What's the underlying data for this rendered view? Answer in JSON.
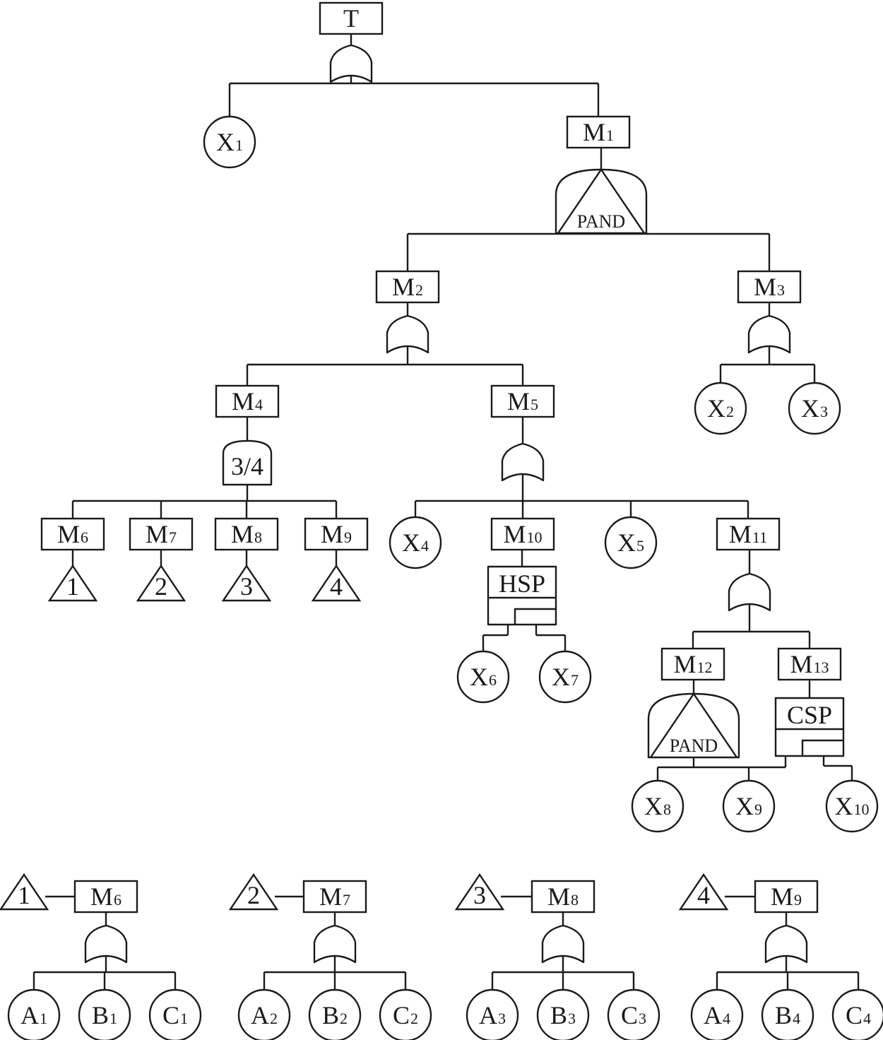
{
  "diagram": {
    "nodes": [
      {
        "id": "T",
        "kind": "event",
        "base": "T",
        "sub": ""
      },
      {
        "id": "X1",
        "kind": "basic",
        "base": "X",
        "sub": "1"
      },
      {
        "id": "M1",
        "kind": "event",
        "base": "M",
        "sub": "1"
      },
      {
        "id": "M2",
        "kind": "event",
        "base": "M",
        "sub": "2"
      },
      {
        "id": "M3",
        "kind": "event",
        "base": "M",
        "sub": "3"
      },
      {
        "id": "M4",
        "kind": "event",
        "base": "M",
        "sub": "4"
      },
      {
        "id": "M5",
        "kind": "event",
        "base": "M",
        "sub": "5"
      },
      {
        "id": "X2",
        "kind": "basic",
        "base": "X",
        "sub": "2"
      },
      {
        "id": "X3",
        "kind": "basic",
        "base": "X",
        "sub": "3"
      },
      {
        "id": "M6",
        "kind": "event",
        "base": "M",
        "sub": "6"
      },
      {
        "id": "M7",
        "kind": "event",
        "base": "M",
        "sub": "7"
      },
      {
        "id": "M8",
        "kind": "event",
        "base": "M",
        "sub": "8"
      },
      {
        "id": "M9",
        "kind": "event",
        "base": "M",
        "sub": "9"
      },
      {
        "id": "X4",
        "kind": "basic",
        "base": "X",
        "sub": "4"
      },
      {
        "id": "M10",
        "kind": "event",
        "base": "M",
        "sub": "10"
      },
      {
        "id": "X5",
        "kind": "basic",
        "base": "X",
        "sub": "5"
      },
      {
        "id": "M11",
        "kind": "event",
        "base": "M",
        "sub": "11"
      },
      {
        "id": "X6",
        "kind": "basic",
        "base": "X",
        "sub": "6"
      },
      {
        "id": "X7",
        "kind": "basic",
        "base": "X",
        "sub": "7"
      },
      {
        "id": "M12",
        "kind": "event",
        "base": "M",
        "sub": "12"
      },
      {
        "id": "M13",
        "kind": "event",
        "base": "M",
        "sub": "13"
      },
      {
        "id": "X8",
        "kind": "basic",
        "base": "X",
        "sub": "8"
      },
      {
        "id": "X9",
        "kind": "basic",
        "base": "X",
        "sub": "9"
      },
      {
        "id": "X10",
        "kind": "basic",
        "base": "X",
        "sub": "10"
      },
      {
        "id": "TR1",
        "kind": "transfer",
        "base": "1",
        "sub": ""
      },
      {
        "id": "TR2",
        "kind": "transfer",
        "base": "2",
        "sub": ""
      },
      {
        "id": "TR3",
        "kind": "transfer",
        "base": "3",
        "sub": ""
      },
      {
        "id": "TR4",
        "kind": "transfer",
        "base": "4",
        "sub": ""
      },
      {
        "id": "TRS1",
        "kind": "transfer",
        "base": "1",
        "sub": ""
      },
      {
        "id": "TRS2",
        "kind": "transfer",
        "base": "2",
        "sub": ""
      },
      {
        "id": "TRS3",
        "kind": "transfer",
        "base": "3",
        "sub": ""
      },
      {
        "id": "TRS4",
        "kind": "transfer",
        "base": "4",
        "sub": ""
      },
      {
        "id": "SM6",
        "kind": "event",
        "base": "M",
        "sub": "6"
      },
      {
        "id": "SM7",
        "kind": "event",
        "base": "M",
        "sub": "7"
      },
      {
        "id": "SM8",
        "kind": "event",
        "base": "M",
        "sub": "8"
      },
      {
        "id": "SM9",
        "kind": "event",
        "base": "M",
        "sub": "9"
      },
      {
        "id": "A1",
        "kind": "basic",
        "base": "A",
        "sub": "1"
      },
      {
        "id": "B1",
        "kind": "basic",
        "base": "B",
        "sub": "1"
      },
      {
        "id": "C1",
        "kind": "basic",
        "base": "C",
        "sub": "1"
      },
      {
        "id": "A2",
        "kind": "basic",
        "base": "A",
        "sub": "2"
      },
      {
        "id": "B2",
        "kind": "basic",
        "base": "B",
        "sub": "2"
      },
      {
        "id": "C2",
        "kind": "basic",
        "base": "C",
        "sub": "2"
      },
      {
        "id": "A3",
        "kind": "basic",
        "base": "A",
        "sub": "3"
      },
      {
        "id": "B3",
        "kind": "basic",
        "base": "B",
        "sub": "3"
      },
      {
        "id": "C3",
        "kind": "basic",
        "base": "C",
        "sub": "3"
      },
      {
        "id": "A4",
        "kind": "basic",
        "base": "A",
        "sub": "4"
      },
      {
        "id": "B4",
        "kind": "basic",
        "base": "B",
        "sub": "4"
      },
      {
        "id": "C4",
        "kind": "basic",
        "base": "C",
        "sub": "4"
      }
    ],
    "gates": [
      {
        "id": "g_T",
        "type": "or",
        "label": "",
        "output": "T",
        "inputs": [
          "X1",
          "M1"
        ]
      },
      {
        "id": "g_M1",
        "type": "pand",
        "label": "PAND",
        "output": "M1",
        "inputs": [
          "M2",
          "M3"
        ]
      },
      {
        "id": "g_M2",
        "type": "or",
        "label": "",
        "output": "M2",
        "inputs": [
          "M4",
          "M5"
        ]
      },
      {
        "id": "g_M3",
        "type": "or",
        "label": "",
        "output": "M3",
        "inputs": [
          "X2",
          "X3"
        ]
      },
      {
        "id": "g_M4",
        "type": "vote",
        "label": "3/4",
        "output": "M4",
        "inputs": [
          "M6",
          "M7",
          "M8",
          "M9"
        ]
      },
      {
        "id": "g_M5",
        "type": "or",
        "label": "",
        "output": "M5",
        "inputs": [
          "X4",
          "M10",
          "X5",
          "M11"
        ]
      },
      {
        "id": "g_M10",
        "type": "spare",
        "label": "HSP",
        "output": "M10",
        "inputs": [
          "X6",
          "X7"
        ]
      },
      {
        "id": "g_M11",
        "type": "or",
        "label": "",
        "output": "M11",
        "inputs": [
          "M12",
          "M13"
        ]
      },
      {
        "id": "g_M12",
        "type": "pand",
        "label": "PAND",
        "output": "M12",
        "inputs": [
          "X8",
          "X9"
        ]
      },
      {
        "id": "g_M13",
        "type": "spare",
        "label": "CSP",
        "output": "M13",
        "inputs": [
          "X9",
          "X10"
        ]
      },
      {
        "id": "g_SM6",
        "type": "or",
        "label": "",
        "output": "SM6",
        "inputs": [
          "A1",
          "B1",
          "C1"
        ]
      },
      {
        "id": "g_SM7",
        "type": "or",
        "label": "",
        "output": "SM7",
        "inputs": [
          "A2",
          "B2",
          "C2"
        ]
      },
      {
        "id": "g_SM8",
        "type": "or",
        "label": "",
        "output": "SM8",
        "inputs": [
          "A3",
          "B3",
          "C3"
        ]
      },
      {
        "id": "g_SM9",
        "type": "or",
        "label": "",
        "output": "SM9",
        "inputs": [
          "A4",
          "B4",
          "C4"
        ]
      }
    ],
    "transfers": [
      {
        "from": "M6",
        "to": "TR1"
      },
      {
        "from": "M7",
        "to": "TR2"
      },
      {
        "from": "M8",
        "to": "TR3"
      },
      {
        "from": "M9",
        "to": "TR4"
      },
      {
        "from": "TRS1",
        "to": "SM6"
      },
      {
        "from": "TRS2",
        "to": "SM7"
      },
      {
        "from": "TRS3",
        "to": "SM8"
      },
      {
        "from": "TRS4",
        "to": "SM9"
      }
    ]
  }
}
